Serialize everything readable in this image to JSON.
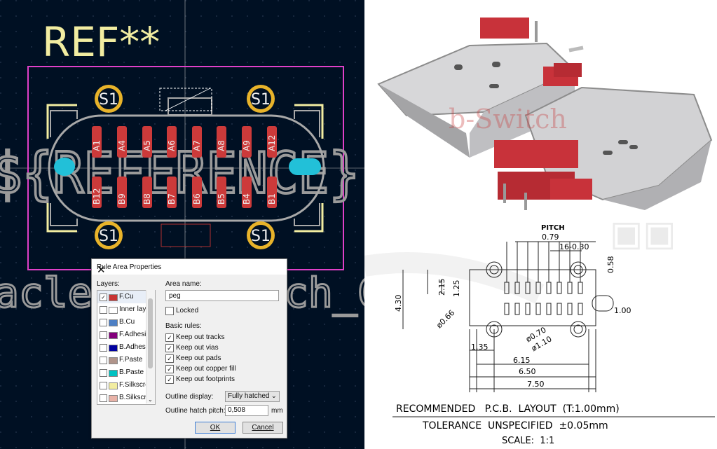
{
  "pcb": {
    "ref_label": "REF**",
    "reference_label": "${REFERENCE}",
    "value_left_fragment": "acle_",
    "value_right_fragment": "ch_C",
    "mount_label": "S1",
    "top_pads": [
      "A1",
      "A4",
      "A5",
      "A6",
      "A7",
      "A8",
      "A9",
      "A12"
    ],
    "bottom_pads": [
      "B12",
      "B9",
      "B8",
      "B7",
      "B6",
      "B5",
      "B4",
      "B1"
    ]
  },
  "dialog": {
    "title": "Rule Area Properties",
    "layers_label": "Layers:",
    "layers": [
      {
        "name": "F.Cu",
        "color": "#c83434",
        "checked": true
      },
      {
        "name": "Inner layers",
        "color": "#ffffff",
        "checked": false
      },
      {
        "name": "B.Cu",
        "color": "#4d7fc4",
        "checked": false
      },
      {
        "name": "F.Adhesive",
        "color": "#84007c",
        "checked": false
      },
      {
        "name": "B.Adhesive",
        "color": "#0000a0",
        "checked": false
      },
      {
        "name": "F.Paste",
        "color": "#b0948a",
        "checked": false
      },
      {
        "name": "B.Paste",
        "color": "#00c2c2",
        "checked": false
      },
      {
        "name": "F.Silkscreen",
        "color": "#f2eda1",
        "checked": false
      },
      {
        "name": "B.Silkscreen",
        "color": "#e8b2a7",
        "checked": false
      }
    ],
    "area_name_label": "Area name:",
    "area_name_value": "peg",
    "locked_label": "Locked",
    "basic_rules_label": "Basic rules:",
    "rules": [
      "Keep out tracks",
      "Keep out vias",
      "Keep out pads",
      "Keep out copper fill",
      "Keep out footprints"
    ],
    "outline_display_label": "Outline display:",
    "outline_display_value": "Fully hatched",
    "hatch_pitch_label": "Outline hatch pitch:",
    "hatch_pitch_value": "0,508",
    "hatch_unit": "mm",
    "ok_label": "OK",
    "cancel_label": "Cancel"
  },
  "product": {
    "watermark": "b-Switch"
  },
  "drawing": {
    "pitch_label": "PITCH",
    "pitch_value": "0.79",
    "pitch2": "16-0.30",
    "dim_058": "0.58",
    "dim_215": "2.15",
    "dim_125": "1.25",
    "dim_430": "4.30",
    "dim_100": "1.00",
    "dim_d066": "ø0.66",
    "dim_d070": "ø0.70",
    "dim_d110": "ø1.10",
    "dim_135": "1.35",
    "dim_615": "6.15",
    "dim_650": "6.50",
    "dim_750": "7.50",
    "line1": "RECOMMENDED   P.C.B.  LAYOUT  (T:1.00mm)",
    "line2": "TOLERANCE  UNSPECIFIED  ±0.05mm",
    "line3": "SCALE:  1:1"
  }
}
